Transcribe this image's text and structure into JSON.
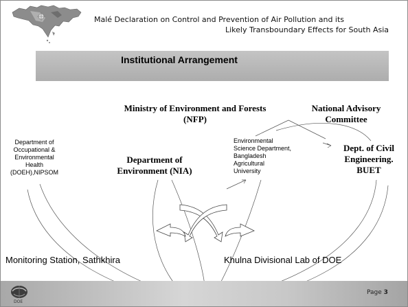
{
  "header": {
    "title_line1": "Malé Declaration on Control and Prevention of Air Pollution and its",
    "title_line2": "Likely Transboundary Effects for South Asia"
  },
  "banner": {
    "title": "Institutional Arrangement"
  },
  "nodes": {
    "ministry": {
      "line1": "Ministry of Environment and Forests",
      "line2": "(NFP)"
    },
    "nac": {
      "line1": "National Advisory",
      "line2": "Committee"
    },
    "doeh": {
      "line1": "Department of",
      "line2": "Occupational &",
      "line3": "Environmental",
      "line4": "Health",
      "line5": "(DOEH),NIPSOM"
    },
    "doe": {
      "line1": "Department of",
      "line2": "Environment (NIA)"
    },
    "esd": {
      "line1": "Environmental",
      "line2": "Science Department,",
      "line3": "Bangladesh",
      "line4": "Agricultural",
      "line5": "University"
    },
    "civil": {
      "line1": "Dept. of  Civil",
      "line2": "Engineering.",
      "line3": "BUET"
    },
    "monitoring": {
      "label": "Monitoring Station,  Sathkhira"
    },
    "khulna": {
      "label": "Khulna Divisional Lab of DOE"
    }
  },
  "footer": {
    "logo_text": "DOE",
    "page_label": "Page ",
    "page_number": "3",
    "logo_icon": "doe-globe-icon"
  },
  "colors": {
    "banner": "#b8b8b8",
    "footer": "#c0c0c0",
    "lines": "#555555"
  }
}
